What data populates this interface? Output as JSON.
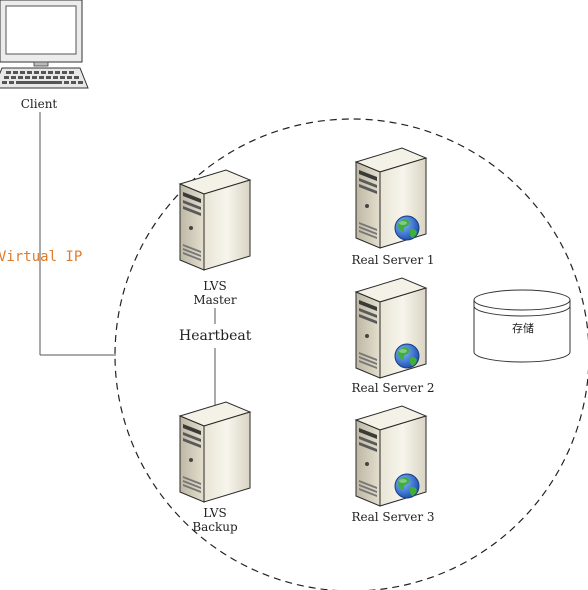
{
  "labels": {
    "client": "Client",
    "virtual_ip": "Virtual IP",
    "heartbeat": "Heartbeat",
    "lvs_master_line1": "LVS",
    "lvs_master_line2": "Master",
    "lvs_backup_line1": "LVS",
    "lvs_backup_line2": "Backup",
    "real_server_1": "Real Server 1",
    "real_server_2": "Real Server 2",
    "real_server_3": "Real Server 3",
    "storage": "存储"
  },
  "icons": {
    "client": "desktop-computer-icon",
    "server": "tower-server-icon",
    "globe": "globe-icon",
    "storage": "storage-cylinder-icon"
  },
  "colors": {
    "virtual_ip": "#e07b2a",
    "line": "#555555",
    "server_light": "#f3f0e4",
    "server_dark": "#6e6a5e",
    "globe_blue": "#2a64c8",
    "globe_green": "#3fae3a"
  }
}
